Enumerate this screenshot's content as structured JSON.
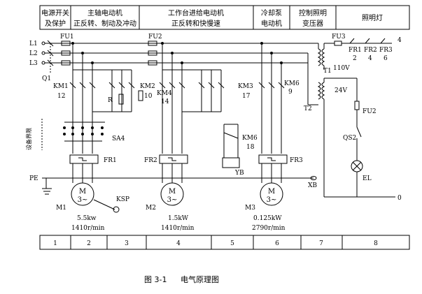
{
  "header": {
    "col1": [
      "电源开关",
      "及保护"
    ],
    "col2": [
      "主轴电动机",
      "正反转、制动及冲动"
    ],
    "col3": [
      "工作台进给电动机",
      "正反转和快慢速"
    ],
    "col4": [
      "冷却泵",
      "电动机"
    ],
    "col5": [
      "控制照明",
      "变压器"
    ],
    "col6": [
      "照明灯"
    ]
  },
  "lines": {
    "l1": "L1",
    "l2": "L2",
    "l3": "L3",
    "pe": "PE",
    "q1": "Q1"
  },
  "fuses": {
    "fu1": "FU1",
    "fu2": "FU2",
    "fu3": "FU3",
    "fu2b": "FU2"
  },
  "contactors": {
    "km1": "KM1",
    "km1n": "12",
    "km2": "KM2",
    "km2n": "10",
    "km4": "KM4",
    "km4n": "14",
    "km3": "KM3",
    "km3n": "17",
    "km6": "KM6",
    "km6n": "9",
    "km6b": "KM6",
    "km6bn": "18"
  },
  "misc": {
    "r": "R",
    "sa4": "SA4",
    "boundary": "设备界限",
    "fr1": "FR1",
    "fr2": "FR2",
    "fr3": "FR3",
    "yb": "YB",
    "ksp": "KSP",
    "xb": "XB",
    "t1": "T1",
    "v110": "110V",
    "t2": "T2",
    "v24": "24V",
    "qs2": "QS2",
    "el": "EL",
    "zero": "0",
    "fr_top_1": "FR1",
    "fr_top_2": "FR2",
    "fr_top_3": "FR3",
    "fr_num_1": "2",
    "fr_num_2": "4",
    "fr_num_3": "6",
    "fr_num_4": "4"
  },
  "motors": {
    "m1": {
      "name": "M1",
      "label": "M",
      "phase": "3~",
      "power": "5.5kw",
      "speed": "1410r/min"
    },
    "m2": {
      "name": "M2",
      "label": "M",
      "phase": "3~",
      "power": "1.5kW",
      "speed": "1410r/min"
    },
    "m3": {
      "name": "M3",
      "label": "M",
      "phase": "3~",
      "power": "0.125kW",
      "speed": "2790r/min"
    }
  },
  "footer": {
    "cells": [
      "1",
      "2",
      "3",
      "4",
      "5",
      "6",
      "7",
      "8"
    ]
  },
  "caption": {
    "figure": "图 3-1",
    "title": "电气原理图"
  }
}
